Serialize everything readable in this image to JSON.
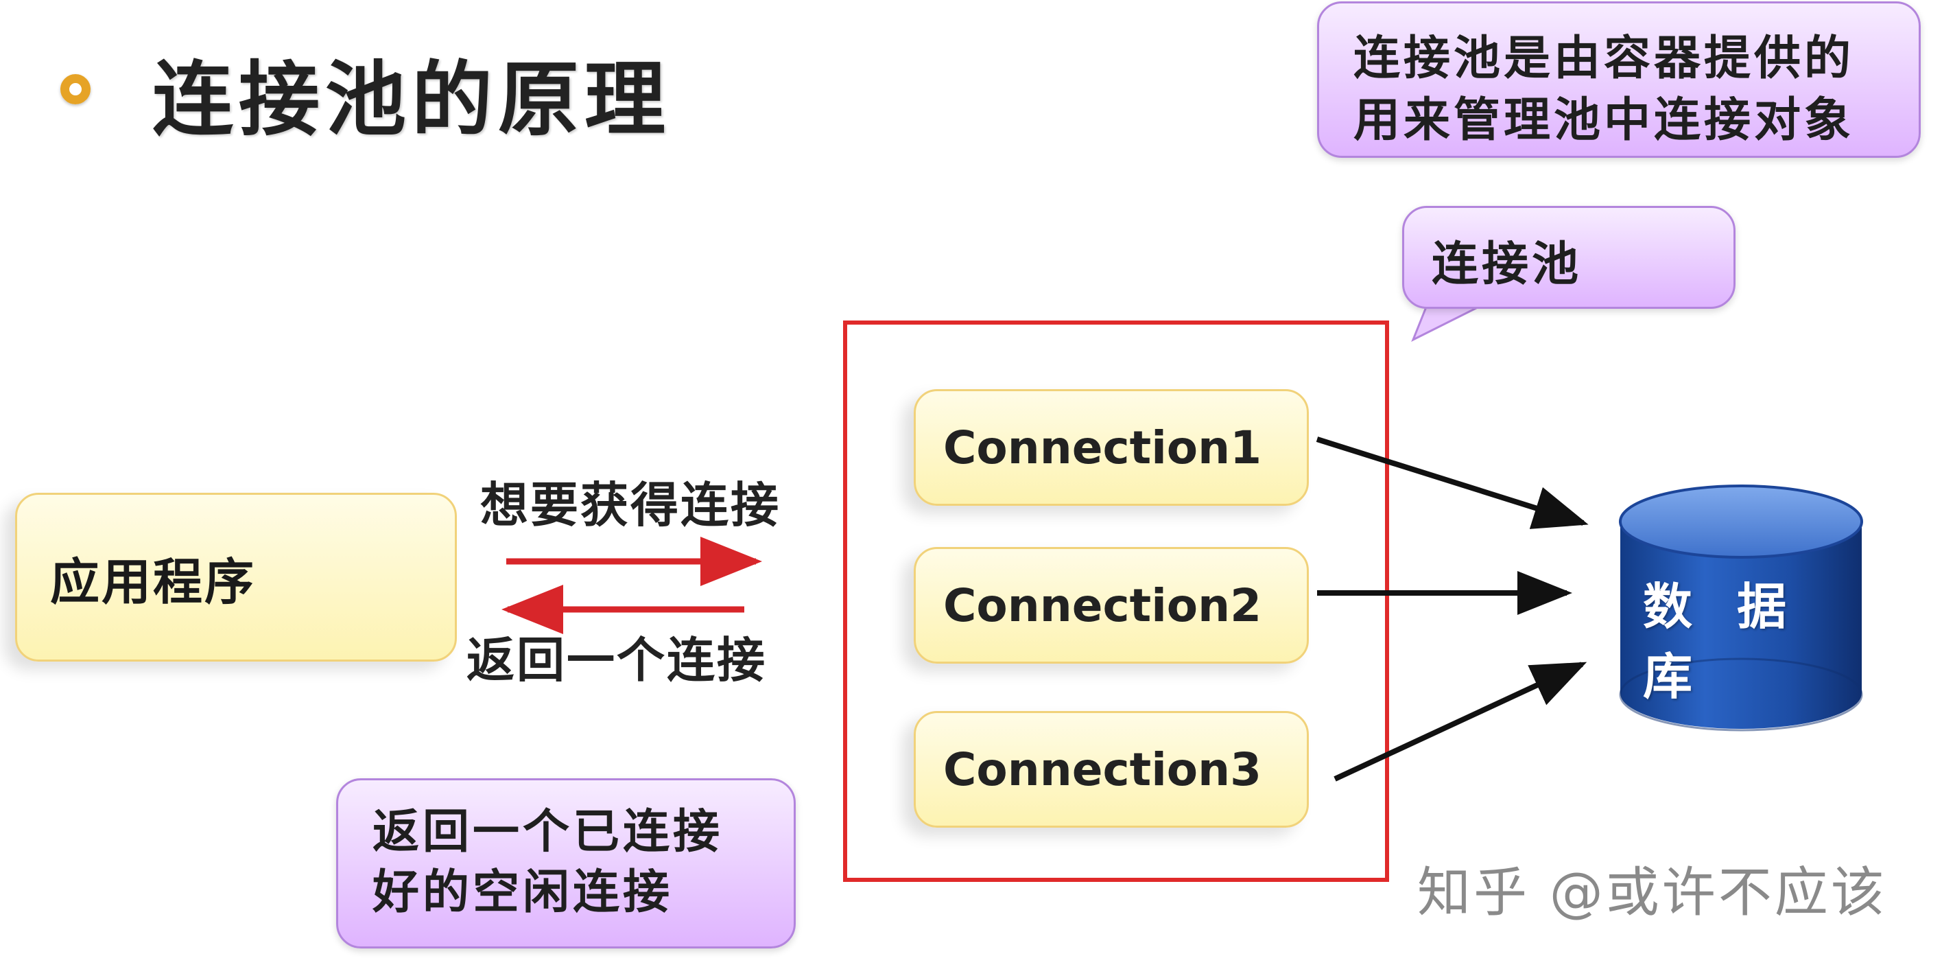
{
  "title": "连接池的原理",
  "app": {
    "label": "应用程序"
  },
  "arrows": {
    "request_label": "想要获得连接",
    "return_label": "返回一个连接"
  },
  "pool": {
    "connections": [
      "Connection1",
      "Connection2",
      "Connection3"
    ]
  },
  "database": {
    "line1": "数 据",
    "line2": "库"
  },
  "callouts": {
    "container_line1": "连接池是由容器提供的",
    "container_line2": "用来管理池中连接对象",
    "pool_name": "连接池",
    "returned_line1": "返回一个已连接",
    "returned_line2": "好的空闲连接"
  },
  "watermark": "知乎 @或许不应该",
  "colors": {
    "title_bullet": "#e6a326",
    "pool_border": "#e02a2a",
    "arrow_red": "#d8262a",
    "database_blue": "#1f4fa3",
    "callout_purple": "#dfb4ff",
    "box_yellow": "#fdf3b2"
  }
}
